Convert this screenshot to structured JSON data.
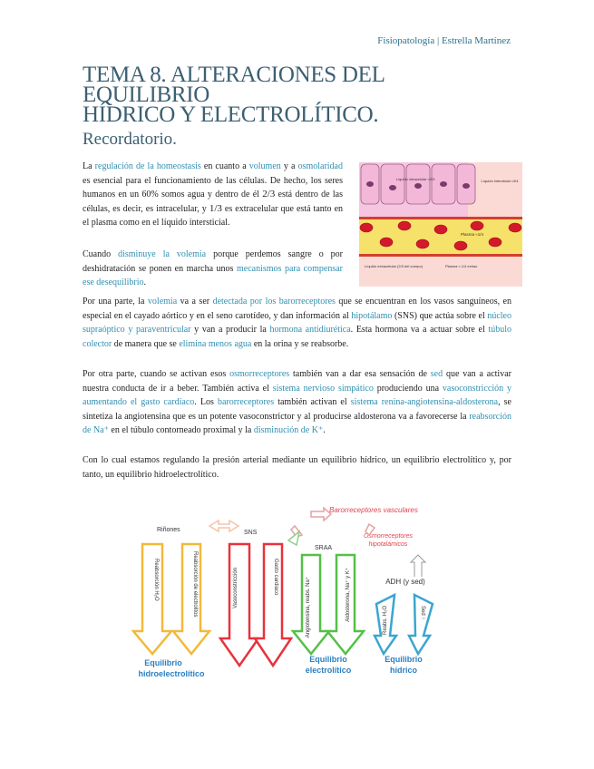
{
  "header": {
    "running": "Fisiopatología | Estrella Martínez"
  },
  "title": {
    "line1": "TEMA 8. ALTERACIONES DEL EQUILIBRIO",
    "line2": "HÍDRICO Y ELECTROLÍTICO."
  },
  "section": "Recordatorio.",
  "p1": {
    "t1": "La ",
    "h1": "regulación de la homeostasis",
    "t2": " en cuanto a ",
    "h2": "volumen",
    "t3": " y a ",
    "h3": "osmolaridad",
    "t4": " es esencial para el funcionamiento de las células. De hecho, los seres humanos en un 60% somos agua y dentro de él ",
    "frac1": "2/3",
    "t5": " está dentro de las células, es decir, es intracelular, y ",
    "frac2": "1/3",
    "t6": " es extracelular que está tanto en el plasma como en el líquido intersticial."
  },
  "p2": {
    "t1": "Cuando ",
    "h1": "disminuye la volemia",
    "t2": " porque perdemos sangre o por deshidratación se ponen en marcha unos ",
    "h2": "mecanismos para compensar ese desequilibrio",
    "t3": "."
  },
  "p3": {
    "t1": "Por una parte, la ",
    "h1": "volemia",
    "t2": " va a ser ",
    "h2": "detectada por los barorreceptores",
    "t3": " que se encuentran en los vasos sanguíneos, en especial en el cayado aórtico y en el seno carotídeo, y dan información al ",
    "h3": "hipotálamo",
    "t4": " (SNS) que actúa sobre el ",
    "h4": "núcleo supraóptico y paraventricular",
    "t5": " y van a producir la ",
    "h5": "hormona antidiurética",
    "t6": ". Esta hormona va a actuar sobre el ",
    "h6": "túbulo colector",
    "t7": " de manera que se ",
    "h7": "elimina menos agua",
    "t8": " en la orina y se reabsorbe."
  },
  "p4": {
    "t1": "Por otra parte, cuando se activan esos ",
    "h1": "osmorreceptores",
    "t2": " también van a dar esa sensación de ",
    "h2": "sed",
    "t3": " que van a activar nuestra conducta de ir a beber. También activa el ",
    "h3": "sistema nervioso simpático",
    "t4": " produciendo una ",
    "h4": "vasoconstricción y aumentando el gasto cardíaco",
    "t5": ". Los ",
    "h5": "barorreceptores",
    "t6": " también activan el ",
    "h6": "sistema renina-angiotensina-aldosterona",
    "t7": ", se sintetiza la angiotensina que es un potente vasoconstrictor y al producirse aldosterona va a favorecerse la ",
    "h7": "reabsorción de Na⁺",
    "t8": " en el túbulo contorneado proximal y la ",
    "h8": "disminución de K⁺",
    "t9": "."
  },
  "p5": "Con lo cual estamos regulando la presión arterial mediante un equilibrio hídrico, un equilibrio electrolítico y, por tanto, un equilibrio hidroelectrolítico.",
  "figure1": {
    "cell_label": "Líquido intracelular ≈2/3",
    "interstitial_label": "Líquido intersticial ≈3/4",
    "plasma_label": "Plasma ≈1/4",
    "ec_label": "Líquido extracelular (2/3 del cuerpo)",
    "plasma_side": "Plasma ≈ 1/4 extrac"
  },
  "figure2": {
    "baro": "Barorreceptores vasculares",
    "osmo1": "Osmorreceptores",
    "osmo2": "hipotalámicos",
    "rinones": "Riñones",
    "sns": "SNS",
    "sraa": "SRAA",
    "adh": "ADH (y sed)",
    "a1": "Reabsorción H₂O",
    "a2": "Reabsorción de electrolitos",
    "a3": "Vasoconstricción",
    "a4": "Gasto cardiaco",
    "a5": "Angiotensina, reabs. Na⁺",
    "a6": "Aldosterona, Na⁺ y K⁺",
    "a7": "Reabs. H₂O",
    "a8": "Sed ↑",
    "eq1a": "Equilibrio",
    "eq1b": "hidroelectrolítico",
    "eq2a": "Equilibrio",
    "eq2b": "electrolítico",
    "eq3a": "Equilibrio",
    "eq3b": "hídrico"
  },
  "colors": {
    "accent": "#2f8fb0",
    "title": "#3c5f72"
  }
}
